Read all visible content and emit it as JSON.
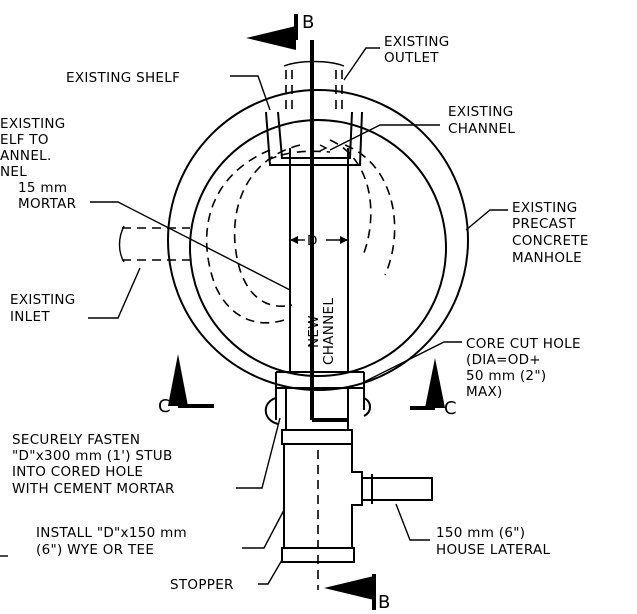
{
  "labels": {
    "section_b": "B",
    "section_c": "C",
    "existing_outlet": [
      "EXISTING",
      "OUTLET"
    ],
    "existing_shelf": "EXISTING SHELF",
    "existing_channel": [
      "EXISTING",
      "CHANNEL"
    ],
    "shelf_to_channel": [
      "EXISTING",
      "ELF TO",
      "ANNEL.",
      "NEL",
      "15 mm",
      "MORTAR"
    ],
    "existing_manhole": [
      "EXISTING",
      "PRECAST",
      "CONCRETE",
      "MANHOLE"
    ],
    "dim_d": "D",
    "existing_inlet": [
      "EXISTING",
      "INLET"
    ],
    "new_channel": [
      "NEW",
      "CHANNEL"
    ],
    "core_cut_hole": [
      "CORE CUT HOLE",
      "(DIA=OD+",
      "50 mm (2\")",
      "MAX)"
    ],
    "stub": [
      "SECURELY FASTEN",
      "\"D\"x300 mm (1') STUB",
      "INTO CORED HOLE",
      "WITH CEMENT MORTAR"
    ],
    "wye": [
      "INSTALL \"D\"x150 mm",
      "(6\") WYE OR TEE"
    ],
    "lateral": [
      "150 mm (6\")",
      "HOUSE LATERAL"
    ],
    "stopper": "STOPPER"
  }
}
